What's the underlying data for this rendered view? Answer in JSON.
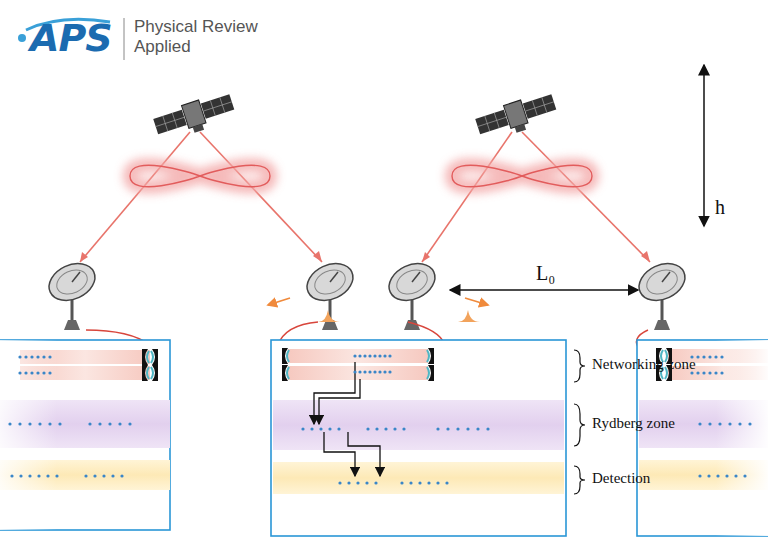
{
  "diagram": {
    "labels": [
      "APS",
      "Physical Review Applied",
      "h",
      "L₀",
      "Networking zone",
      "Rydberg zone",
      "Detection"
    ]
  }
}
